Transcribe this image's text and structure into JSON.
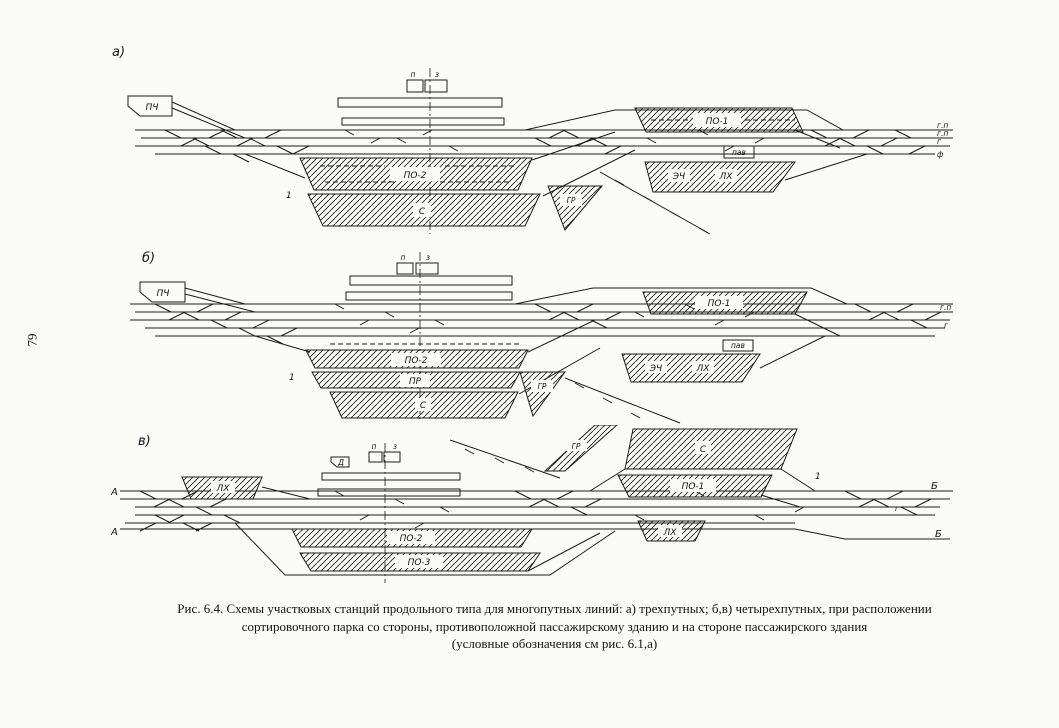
{
  "page": {
    "page_number": "79",
    "caption": {
      "line1": "Рис. 6.4. Схемы участковых станций продольного типа для многопутных линий: а) трехпутных; б,в) четырехпутных, при расположении",
      "line2": "сортировочного парка со стороны, противоположной пассажирскому зданию и на стороне пассажирского здания",
      "line3": "(условные обозначения см  рис. 6.1,а)"
    }
  },
  "diagrams": [
    {
      "tag": "а)",
      "labels": {
        "pch": "ПЧ",
        "p": "п",
        "z": "з",
        "po1": "ПО-1",
        "pav": "пав",
        "ech": "ЭЧ",
        "lh": "ЛХ",
        "po2": "ПО-2",
        "s": "С",
        "gr": "ГР",
        "num1": "1",
        "right1": "г.п",
        "right2": "г.п",
        "right3": "г",
        "right4": "ф"
      }
    },
    {
      "tag": "б)",
      "labels": {
        "pch": "ПЧ",
        "p": "п",
        "z": "з",
        "po1": "ПО-1",
        "pav": "пав",
        "ech": "ЭЧ",
        "lh": "ЛХ",
        "po2": "ПО-2",
        "pr": "ПР",
        "s": "С",
        "gr": "ГР",
        "num1": "1",
        "right1": "г.п",
        "right2": "г"
      }
    },
    {
      "tag": "в)",
      "labels": {
        "a1": "А",
        "a2": "А",
        "b1": "Б",
        "b2": "Б",
        "d": "Д",
        "p": "п",
        "z": "з",
        "lhl": "ЛХ",
        "s": "С",
        "po1": "ПО-1",
        "gr": "ГР",
        "lhr": "ЛХ",
        "po2": "ПО-2",
        "po3": "ПО-3",
        "num1": "1",
        "g": "г"
      }
    }
  ]
}
